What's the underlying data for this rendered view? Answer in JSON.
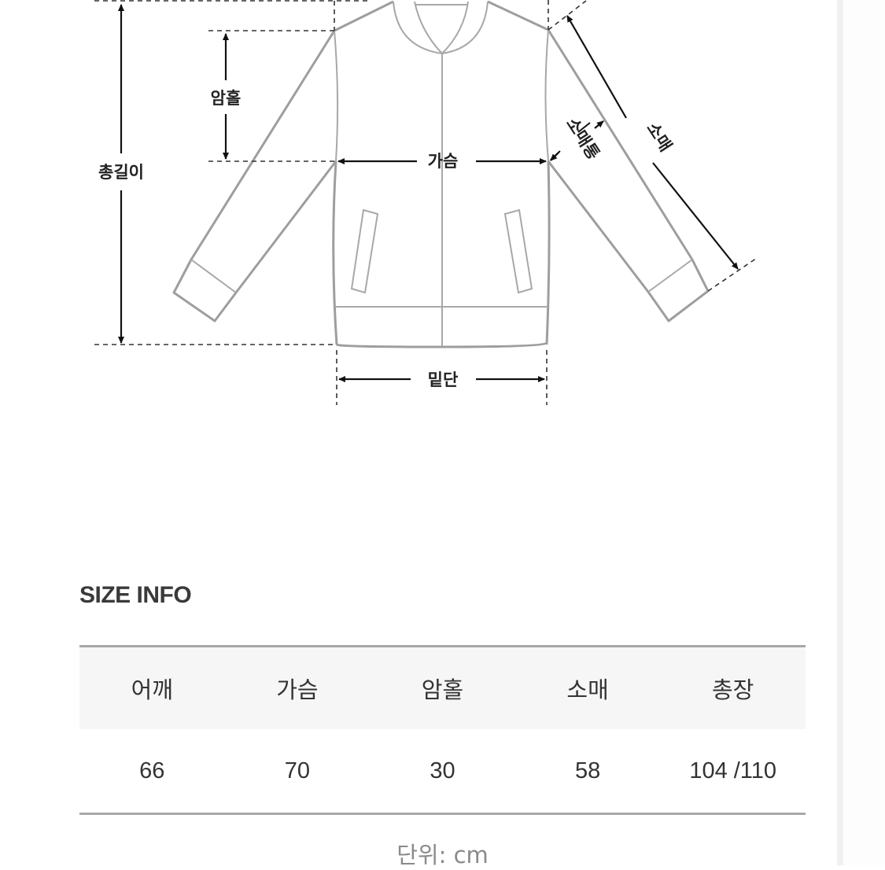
{
  "diagram": {
    "labels": {
      "total_length": "총길이",
      "armhole": "암홀",
      "chest": "가슴",
      "sleeve_width": "소매통",
      "sleeve": "소매",
      "hem": "밑단"
    },
    "line_color": "#9e9e9e",
    "arrow_color": "#111111"
  },
  "size_info": {
    "title": "SIZE INFO",
    "headers": [
      "어깨",
      "가슴",
      "암홀",
      "소매",
      "총장"
    ],
    "rows": [
      [
        "66",
        "70",
        "30",
        "58",
        "104 /110"
      ]
    ],
    "unit": "단위: cm"
  }
}
